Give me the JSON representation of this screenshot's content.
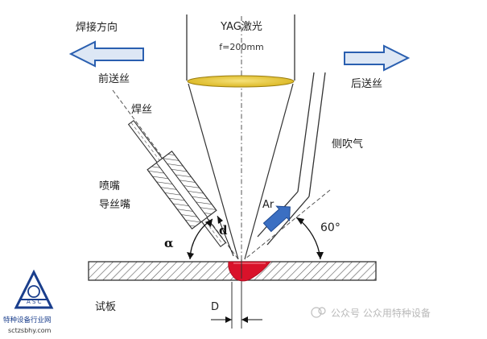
{
  "labels": {
    "welding_direction": "焊接方向",
    "laser_line1": "YAG激光",
    "laser_line2": "f=200mm",
    "front_feed": "前送丝",
    "rear_feed": "后送丝",
    "wire": "焊丝",
    "side_gas": "侧吹气",
    "nozzle_line1": "喷嘴",
    "nozzle_line2": "导丝嘴",
    "gas": "Ar",
    "alpha": "α",
    "d": "d",
    "angle_60": "60°",
    "specimen": "试板",
    "D": "D"
  },
  "watermark": {
    "text": "公众号 公众用特种设备"
  },
  "logo": {
    "line1": "特种设备行业网",
    "url": "sctzsbhy.com"
  },
  "colors": {
    "arrow_fill": "#dde7f5",
    "arrow_stroke": "#2a5fb0",
    "lens": "#e8c62a",
    "weld_pool": "#d9122a",
    "gas_arrow": "#3b6fc2",
    "logo_blue": "#1a3e8c"
  }
}
